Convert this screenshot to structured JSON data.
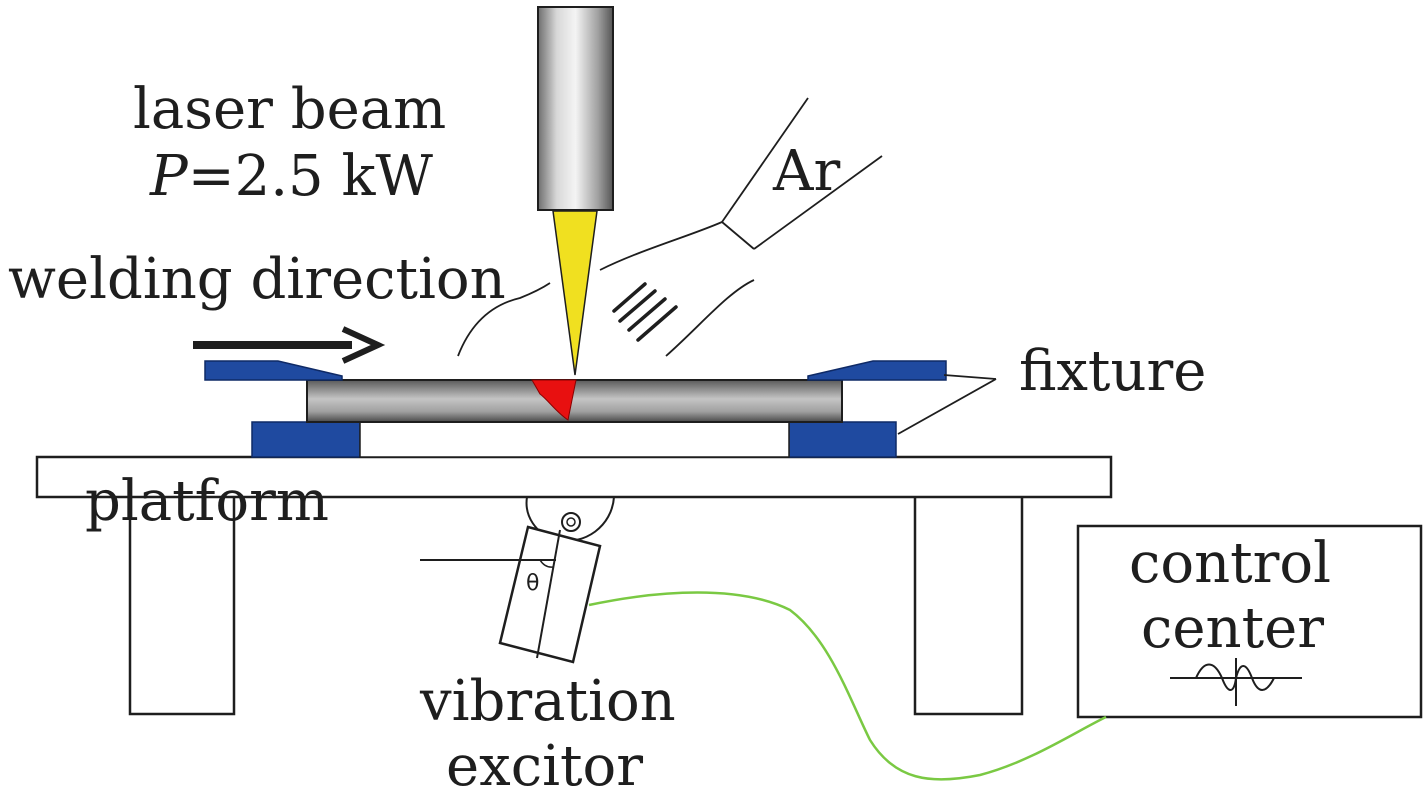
{
  "labels": {
    "laser_beam": "laser beam",
    "power_symbol": "P",
    "power_value": "=2.5 kW",
    "gas": "Ar",
    "welding_direction": "welding direction",
    "fixture": "fixture",
    "platform": "platform",
    "control_line1": "control",
    "control_line2": "center",
    "vibration_line1": "vibration",
    "vibration_line2": "excitor",
    "angle": "θ"
  },
  "colors": {
    "fixture": "#1f4aa0",
    "laser": "#f0e020",
    "weld_pool": "#e81010",
    "cable": "#7ac943",
    "outline": "#1e1e1e"
  }
}
